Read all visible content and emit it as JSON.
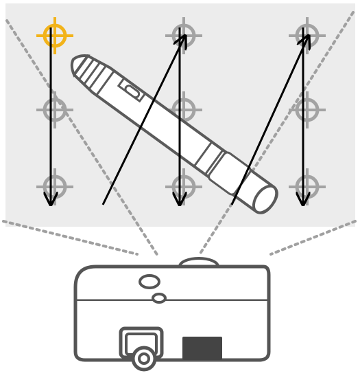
{
  "diagram": {
    "colors": {
      "background": "#ffffff",
      "screen_fill": "#ececec",
      "target_inactive": "#a3a3a3",
      "target_active": "#f2b31a",
      "projection_dots": "#a0a0a0",
      "arrow": "#000000",
      "pen_outline": "#5a5a5a",
      "pen_fill": "#ffffff",
      "projector_outline": "#555555",
      "projector_lens_fill": "#444444"
    },
    "targets": {
      "count": 9,
      "grid": "3x3",
      "active": "top-left",
      "active_icon": "crosshair-target-icon",
      "inactive_icon": "crosshair-target-icon"
    },
    "sequence": {
      "description_icons": [
        "down-arrow",
        "diagonal-arrow-up"
      ],
      "path": [
        {
          "from": "top-left",
          "to": "bottom-left",
          "direction": "down"
        },
        {
          "from": "bottom-left",
          "to": "top-middle",
          "direction": "diagonal-up"
        },
        {
          "from": "top-middle",
          "to": "bottom-middle",
          "direction": "down"
        },
        {
          "from": "bottom-middle",
          "to": "top-right",
          "direction": "diagonal-up"
        },
        {
          "from": "top-right",
          "to": "bottom-right",
          "direction": "down"
        }
      ]
    },
    "objects": {
      "pen": "interactive-pen-icon",
      "projector": "projector-icon"
    }
  }
}
